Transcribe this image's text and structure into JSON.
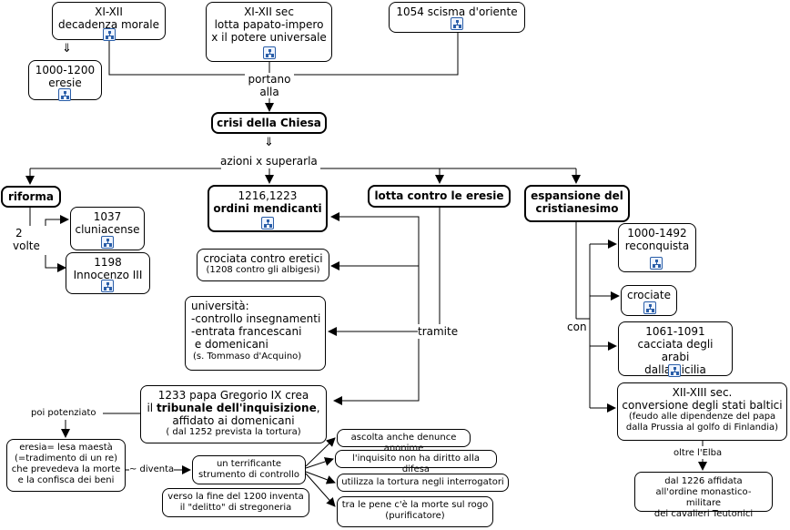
{
  "nodes": {
    "n1": {
      "lines": [
        "XI-XII",
        "decadenza morale"
      ]
    },
    "n2": {
      "lines": [
        "XI-XII sec",
        "lotta papato-impero",
        "x il potere universale"
      ]
    },
    "n3": {
      "lines": [
        "1054 scisma d'oriente"
      ]
    },
    "n4": {
      "lines": [
        "1000-1200",
        "eresie"
      ]
    },
    "crisi": {
      "lines": [
        "crisi della Chiesa"
      ]
    },
    "riforma": {
      "lines": [
        "riforma"
      ]
    },
    "ordini": {
      "lines": [
        "1216,1223",
        "ordini mendicanti"
      ]
    },
    "lotta": {
      "lines": [
        "lotta contro le eresie"
      ]
    },
    "espansione": {
      "lines": [
        "espansione del",
        "cristianesimo"
      ]
    },
    "cluniacense": {
      "lines": [
        "1037",
        "cluniacense"
      ]
    },
    "innocenzo": {
      "lines": [
        "1198",
        "Innocenzo III"
      ]
    },
    "crociata_eretici": {
      "line1": "crociata contro eretici",
      "line2": "(1208 contro gli albigesi)"
    },
    "universita": {
      "lines": [
        "università:",
        "-controllo insegnamenti",
        "-entrata francescani",
        " e domenicani"
      ],
      "note": "(s. Tommaso d'Acquino)"
    },
    "tribunale": {
      "line1": "1233 papa Gregorio IX crea",
      "line2_pre": "il ",
      "line2_bold": "tribunale dell'inquisizione",
      "line2_post": ",",
      "line3": "affidato ai domenicani",
      "line4": "( dal 1252 prevista la tortura)"
    },
    "eresia_def": {
      "lines": [
        "eresia= lesa maestà",
        "(=tradimento di un re)",
        "che prevedeva la morte",
        "e la confisca dei beni"
      ]
    },
    "strumento": {
      "lines": [
        "un terrificante",
        "strumento di controllo"
      ]
    },
    "stregoneria": {
      "lines": [
        "verso la fine del 1200 inventa",
        "il \"delitto\" di stregoneria"
      ]
    },
    "denunce": {
      "lines": [
        "ascolta anche denunce anonime"
      ]
    },
    "difesa": {
      "lines": [
        "l'inquisito non ha diritto alla difesa"
      ]
    },
    "tortura": {
      "lines": [
        "utilizza la tortura negli interrogatori"
      ]
    },
    "rogo": {
      "lines": [
        "tra le pene c'è la morte sul rogo",
        "(purificatore)"
      ]
    },
    "reconquista": {
      "lines": [
        "1000-1492",
        "reconquista"
      ]
    },
    "crociate": {
      "lines": [
        "crociate"
      ]
    },
    "sicilia": {
      "lines": [
        "1061-1091",
        "cacciata degli arabi",
        "dalla Sicilia"
      ]
    },
    "baltici": {
      "line1": "XII-XIII sec.",
      "line2": "conversione degli stati baltici",
      "line3": "(feudo alle dipendenze del papa",
      "line4": "dalla Prussia al golfo di Finlandia)"
    },
    "teutonici": {
      "lines": [
        "dal 1226 affidata",
        "all'ordine monastico-militare",
        "dei cavalieri Teutonici"
      ]
    }
  },
  "labels": {
    "portano": [
      "portano",
      "alla"
    ],
    "arrow_down_1": "⇓",
    "arrow_down_2": "⇓",
    "azioni": "azioni x superarla",
    "volte": [
      "2",
      "volte"
    ],
    "tramite": "tramite",
    "con": "con",
    "poi_potenziato": "poi potenziato",
    "diventa": "~ diventa",
    "oltre_elba": "oltre l'Elba"
  },
  "colors": {
    "line": "#000000",
    "icon": "#2a5ea8"
  }
}
